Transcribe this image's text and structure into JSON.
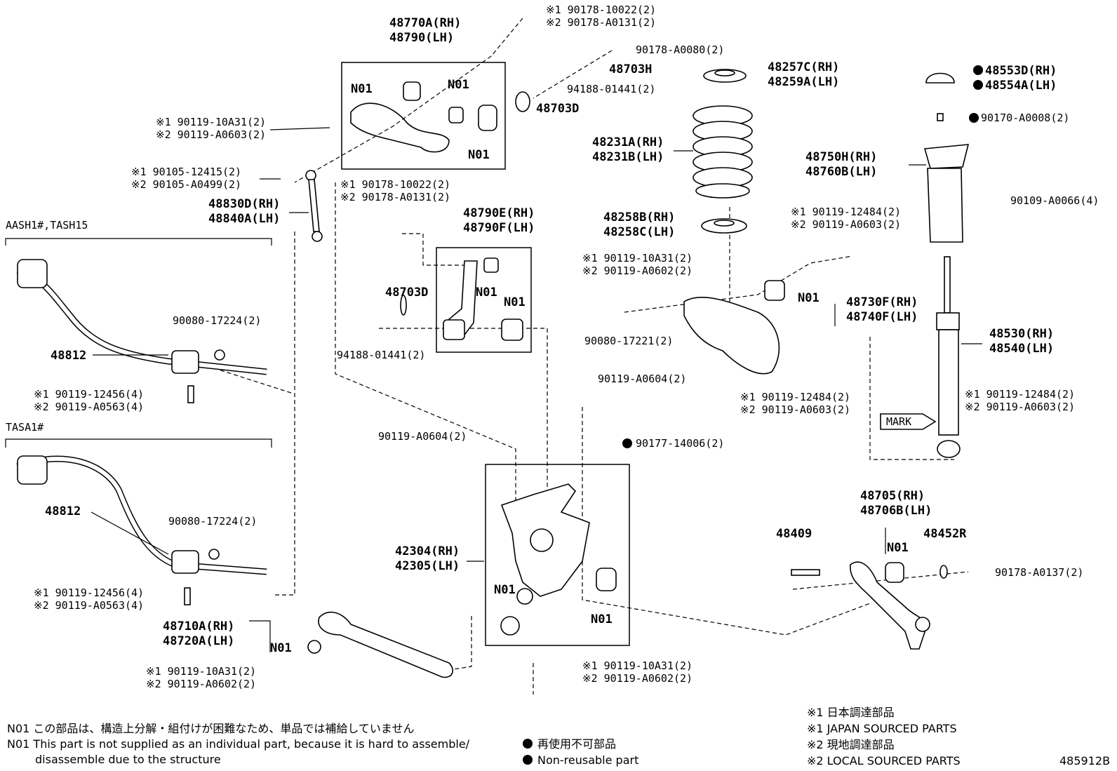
{
  "diagram_id": "485912B",
  "labels": {
    "upper_arm_rh": "48770A(RH)",
    "upper_arm_lh": "48790(LH)",
    "bolt_top_1": "※1 90178-10022(2)",
    "bolt_top_2": "※2 90178-A0131(2)",
    "nut_80": "90178-A0080(2)",
    "p48703H": "48703H",
    "p94188_top": "94188-01441(2)",
    "p48703D_top": "48703D",
    "bolt_10A31_1": "※1 90119-10A31(2)",
    "bolt_0603_1": "※2 90119-A0603(2)",
    "bolt_12415": "※1 90105-12415(2)",
    "bolt_0499": "※2 90105-A0499(2)",
    "link_rh": "48830D(RH)",
    "link_lh": "48840A(LH)",
    "variant_a": "AASH1#,TASH15",
    "variant_b": "TASA1#",
    "stab_a": "48812",
    "stab_b": "48812",
    "nut_17224_a": "90080-17224(2)",
    "nut_17224_b": "90080-17224(2)",
    "bolt_12456_a": "※1 90119-12456(4)",
    "bolt_0563_a": "※2 90119-A0563(4)",
    "bolt_12456_b": "※1 90119-12456(4)",
    "bolt_0563_b": "※2 90119-A0563(4)",
    "mid_bolt_1": "※1 90178-10022(2)",
    "mid_bolt_2": "※2 90178-A0131(2)",
    "arm_e_rh": "48790E(RH)",
    "arm_f_lh": "48790F(LH)",
    "bolt_10A31_2": "※1 90119-10A31(2)",
    "bolt_0602_2": "※2 90119-A0602(2)",
    "p48703D_mid": "48703D",
    "p94188_mid": "94188-01441(2)",
    "bolt_0604_a": "90119-A0604(2)",
    "bolt_0604_b": "90119-A0604(2)",
    "nut_14006": "90177-14006(2)",
    "knuckle_rh": "42304(RH)",
    "knuckle_lh": "42305(LH)",
    "lower_rh": "48710A(RH)",
    "lower_lh": "48720A(LH)",
    "bolt_10A31_3": "※1 90119-10A31(2)",
    "bolt_0602_3": "※2 90119-A0602(2)",
    "bolt_10A31_4": "※1 90119-10A31(2)",
    "bolt_0602_4": "※2 90119-A0602(2)",
    "seat_up_rh": "48257C(RH)",
    "seat_up_lh": "48259A(LH)",
    "spring_rh": "48231A(RH)",
    "spring_lh": "48231B(LH)",
    "seat_lo_rh": "48258B(RH)",
    "seat_lo_lh": "48258C(LH)",
    "arm_f_rh2": "48730F(RH)",
    "arm_f_lh2": "48740F(LH)",
    "nut_17221": "90080-17221(2)",
    "bolt_12484_a": "※1 90119-12484(2)",
    "bolt_0603_a": "※2 90119-A0603(2)",
    "bolt_12484_b": "※1 90119-12484(2)",
    "bolt_0603_b": "※2 90119-A0603(2)",
    "bolt_12484_c": "※1 90119-12484(2)",
    "bolt_0603_c": "※2 90119-A0603(2)",
    "cap_rh": "48553D(RH)",
    "cap_lh": "48554A(LH)",
    "nut_0008": "90170-A0008(2)",
    "mount_rh": "48750H(RH)",
    "mount_lh": "48760B(LH)",
    "bolt_0066": "90109-A0066(4)",
    "shock_rh": "48530(RH)",
    "shock_lh": "48540(LH)",
    "mark": "MARK",
    "toe_rh": "48705(RH)",
    "toe_lh": "48706B(LH)",
    "p48409": "48409",
    "p48452R": "48452R",
    "nut_0137": "90178-A0137(2)",
    "n01": "N01"
  },
  "notes": {
    "n01_jp": "N01 この部品は、構造上分解・組付けが困難なため、単品では補給していません",
    "n01_en_1": "N01 This part is not supplied as an individual part, because it is hard to assemble/",
    "n01_en_2": "disassemble due to the structure",
    "nonreuse_jp": "再使用不可部品",
    "nonreuse_en": "Non-reusable part",
    "s1_jp": "※1 日本調達部品",
    "s1_en": "※1 JAPAN SOURCED PARTS",
    "s2_jp": "※2 現地調達部品",
    "s2_en": "※2 LOCAL SOURCED PARTS"
  }
}
